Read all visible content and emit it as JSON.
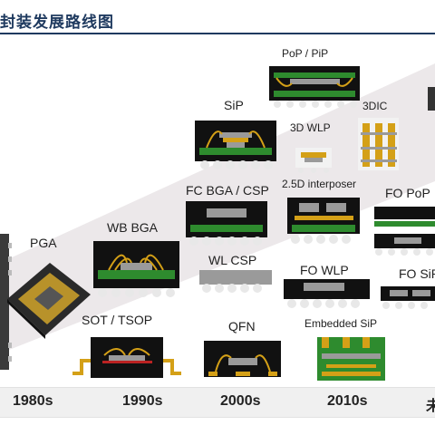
{
  "title": "封装发展路线图",
  "packages": {
    "pga": "PGA",
    "wb_bga": "WB BGA",
    "sot_tsop": "SOT / TSOP",
    "sip": "SiP",
    "fc_bga_csp": "FC BGA / CSP",
    "wl_csp": "WL CSP",
    "qfn": "QFN",
    "pop_pip": "PoP / PiP",
    "3d_wlp": "3D WLP",
    "3dic": "3DIC",
    "interposer_25d": "2.5D interposer",
    "fo_wlp": "FO WLP",
    "embedded_sip": "Embedded SiP",
    "fo_pop": "FO PoP",
    "fo_sip": "FO SiP"
  },
  "timeline": [
    "1980s",
    "1990s",
    "2000s",
    "2010s"
  ],
  "timeline_future": "未",
  "colors": {
    "title": "#1f3a5f",
    "board_green": "#2e8b2e",
    "gold": "#d4a017",
    "chip_gray": "#9a9a9a",
    "ball_white": "#e8e8e8",
    "band": "#ece8ea"
  }
}
